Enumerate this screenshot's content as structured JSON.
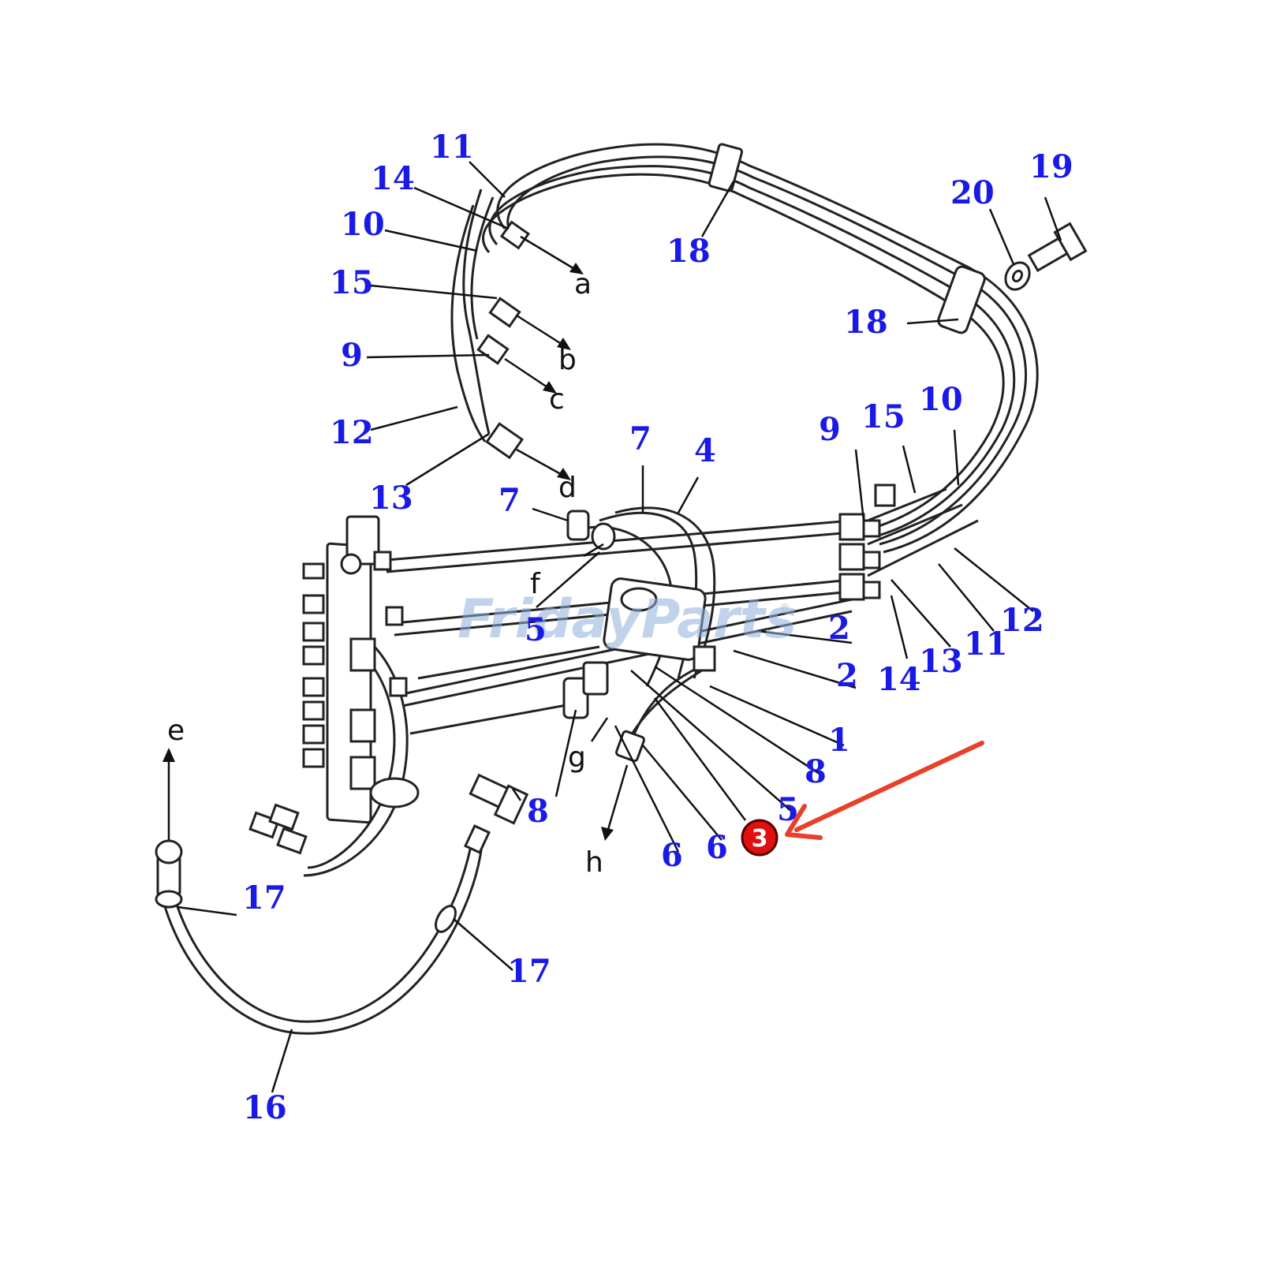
{
  "watermark": {
    "text": "FridayParts",
    "mark": "®"
  },
  "callouts": [
    {
      "id": "c11a",
      "text": "11"
    },
    {
      "id": "c14a",
      "text": "14"
    },
    {
      "id": "c10a",
      "text": "10"
    },
    {
      "id": "c15a",
      "text": "15"
    },
    {
      "id": "c9a",
      "text": "9"
    },
    {
      "id": "c12a",
      "text": "12"
    },
    {
      "id": "c13a",
      "text": "13"
    },
    {
      "id": "c18a",
      "text": "18"
    },
    {
      "id": "c18b",
      "text": "18"
    },
    {
      "id": "c20",
      "text": "20"
    },
    {
      "id": "c19",
      "text": "19"
    },
    {
      "id": "c7a",
      "text": "7"
    },
    {
      "id": "c4",
      "text": "4"
    },
    {
      "id": "c7b",
      "text": "7"
    },
    {
      "id": "c9b",
      "text": "9"
    },
    {
      "id": "c15b",
      "text": "15"
    },
    {
      "id": "c10b",
      "text": "10"
    },
    {
      "id": "c5a",
      "text": "5"
    },
    {
      "id": "c2a",
      "text": "2"
    },
    {
      "id": "c2b",
      "text": "2"
    },
    {
      "id": "c12b",
      "text": "12"
    },
    {
      "id": "c11b",
      "text": "11"
    },
    {
      "id": "c13b",
      "text": "13"
    },
    {
      "id": "c14b",
      "text": "14"
    },
    {
      "id": "c1",
      "text": "1"
    },
    {
      "id": "c8a",
      "text": "8"
    },
    {
      "id": "c5b",
      "text": "5"
    },
    {
      "id": "c8b",
      "text": "8"
    },
    {
      "id": "c6a",
      "text": "6"
    },
    {
      "id": "c6b",
      "text": "6"
    },
    {
      "id": "c17a",
      "text": "17"
    },
    {
      "id": "c17b",
      "text": "17"
    },
    {
      "id": "c16",
      "text": "16"
    }
  ],
  "letters": [
    {
      "id": "la",
      "text": "a"
    },
    {
      "id": "lb",
      "text": "b"
    },
    {
      "id": "lc",
      "text": "c"
    },
    {
      "id": "ld",
      "text": "d"
    },
    {
      "id": "le",
      "text": "e"
    },
    {
      "id": "lf",
      "text": "f"
    },
    {
      "id": "lg",
      "text": "g"
    },
    {
      "id": "lh",
      "text": "h"
    }
  ],
  "highlight": {
    "label": "3",
    "badge_color": "#e01010",
    "arrow_color": "#e8402a"
  }
}
